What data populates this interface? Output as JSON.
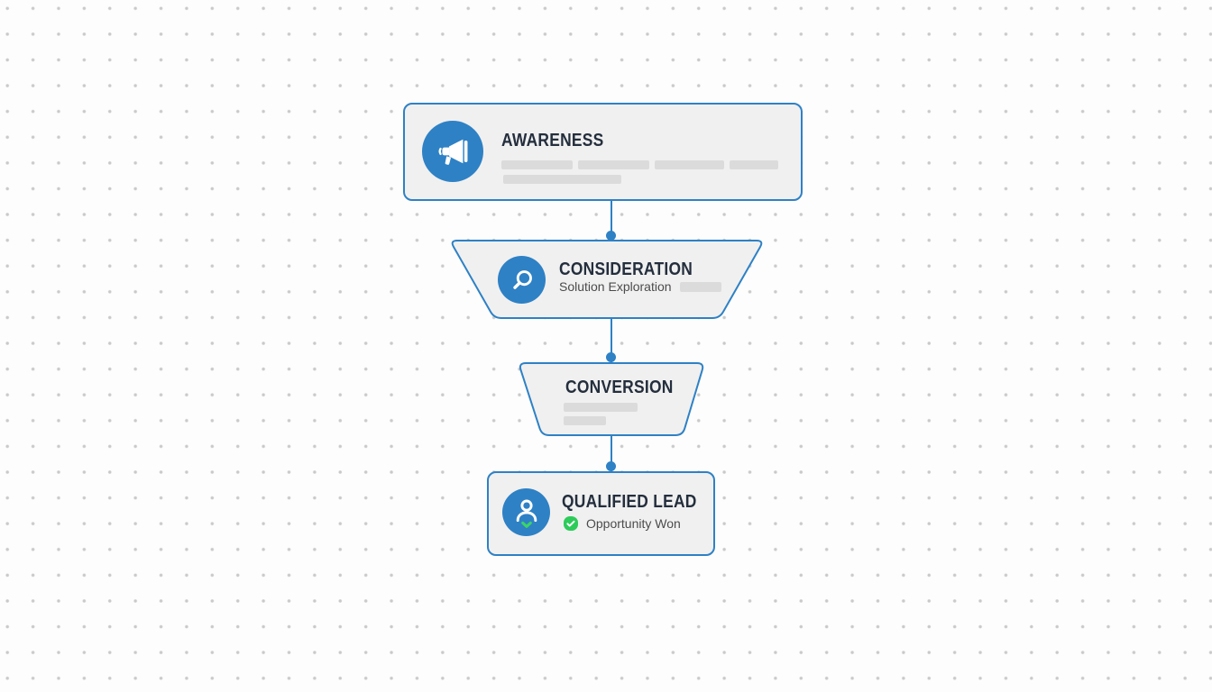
{
  "diagram": {
    "type": "marketing-funnel-flowchart",
    "stages": [
      {
        "id": "awareness",
        "title": "AWARENESS",
        "shape": "rounded-rectangle",
        "icon": "megaphone-icon",
        "placeholder_lines": 2
      },
      {
        "id": "consideration",
        "title": "CONSIDERATION",
        "subtitle": "Solution Exploration",
        "shape": "trapezoid",
        "icon": "search-icon"
      },
      {
        "id": "conversion",
        "title": "CONVERSION",
        "shape": "trapezoid",
        "placeholder_lines": 2
      },
      {
        "id": "qualified-lead",
        "title": "QUALIFIED LEAD",
        "subtitle": "Opportunity Won",
        "shape": "rounded-rectangle",
        "icon": "person-icon",
        "status_icon": "check-icon"
      }
    ],
    "connectors": [
      {
        "from": "awareness",
        "to": "consideration"
      },
      {
        "from": "consideration",
        "to": "conversion"
      },
      {
        "from": "conversion",
        "to": "qualified-lead"
      }
    ],
    "colors": {
      "accent_blue": "#2e81c5",
      "shape_fill": "#f0f0f0",
      "title_text": "#242e3d",
      "subtitle_text": "#4b4b4b",
      "placeholder_gray": "#dbdbdb",
      "success_green": "#2dcb5a",
      "canvas_background": "#fdfdfd",
      "grid_dot": "#c9c9c9"
    }
  }
}
